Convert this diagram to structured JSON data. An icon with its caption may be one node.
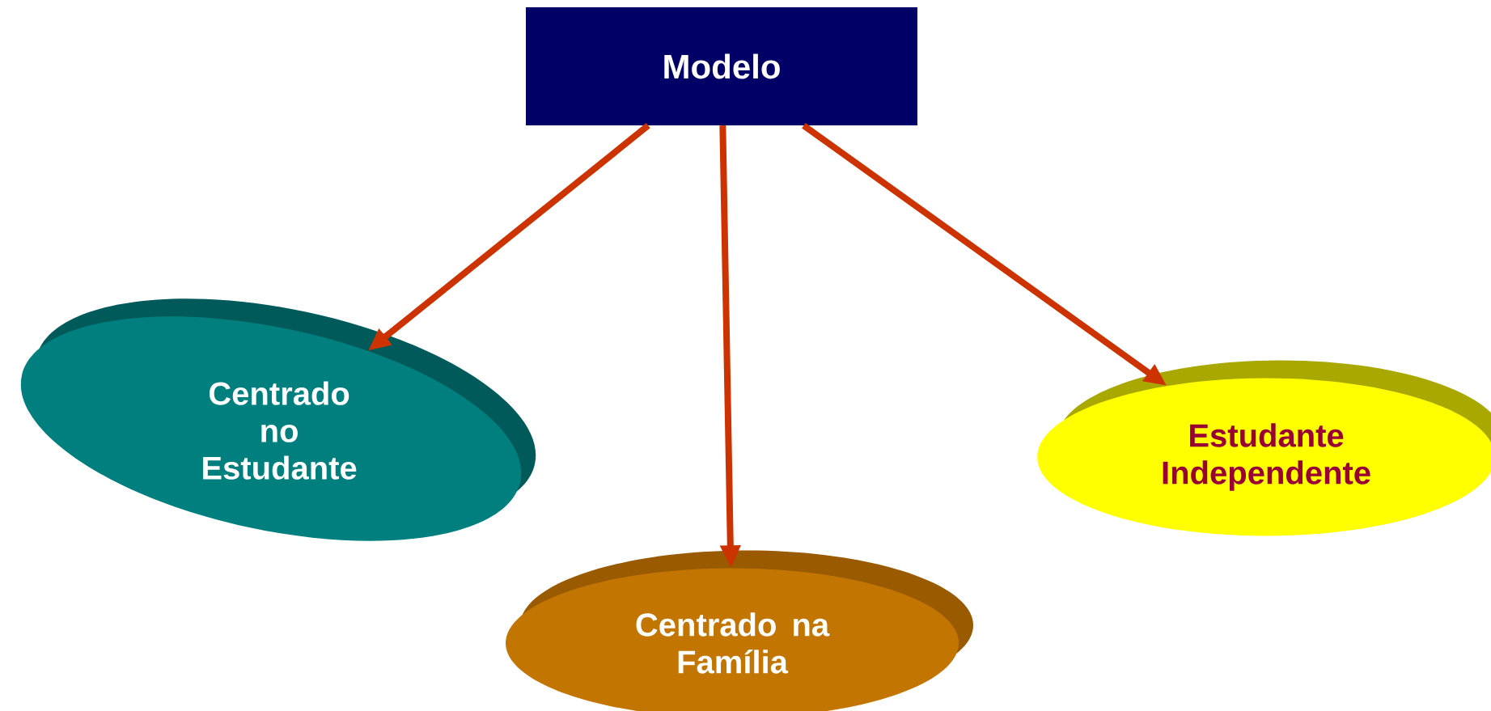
{
  "diagram": {
    "nodes": [
      {
        "text": [
          "Modelo"
        ]
      },
      {
        "text": [
          "Centrado no Estudante"
        ]
      },
      {
        "text": [
          "Centrado na Família"
        ]
      },
      {
        "text": [
          "Estudante Independente"
        ]
      }
    ],
    "edges": [
      {
        "from": 0,
        "to": 1,
        "arrow": "to"
      },
      {
        "from": 0,
        "to": 2,
        "arrow": "to"
      },
      {
        "from": 0,
        "to": 3,
        "arrow": "to"
      }
    ]
  }
}
